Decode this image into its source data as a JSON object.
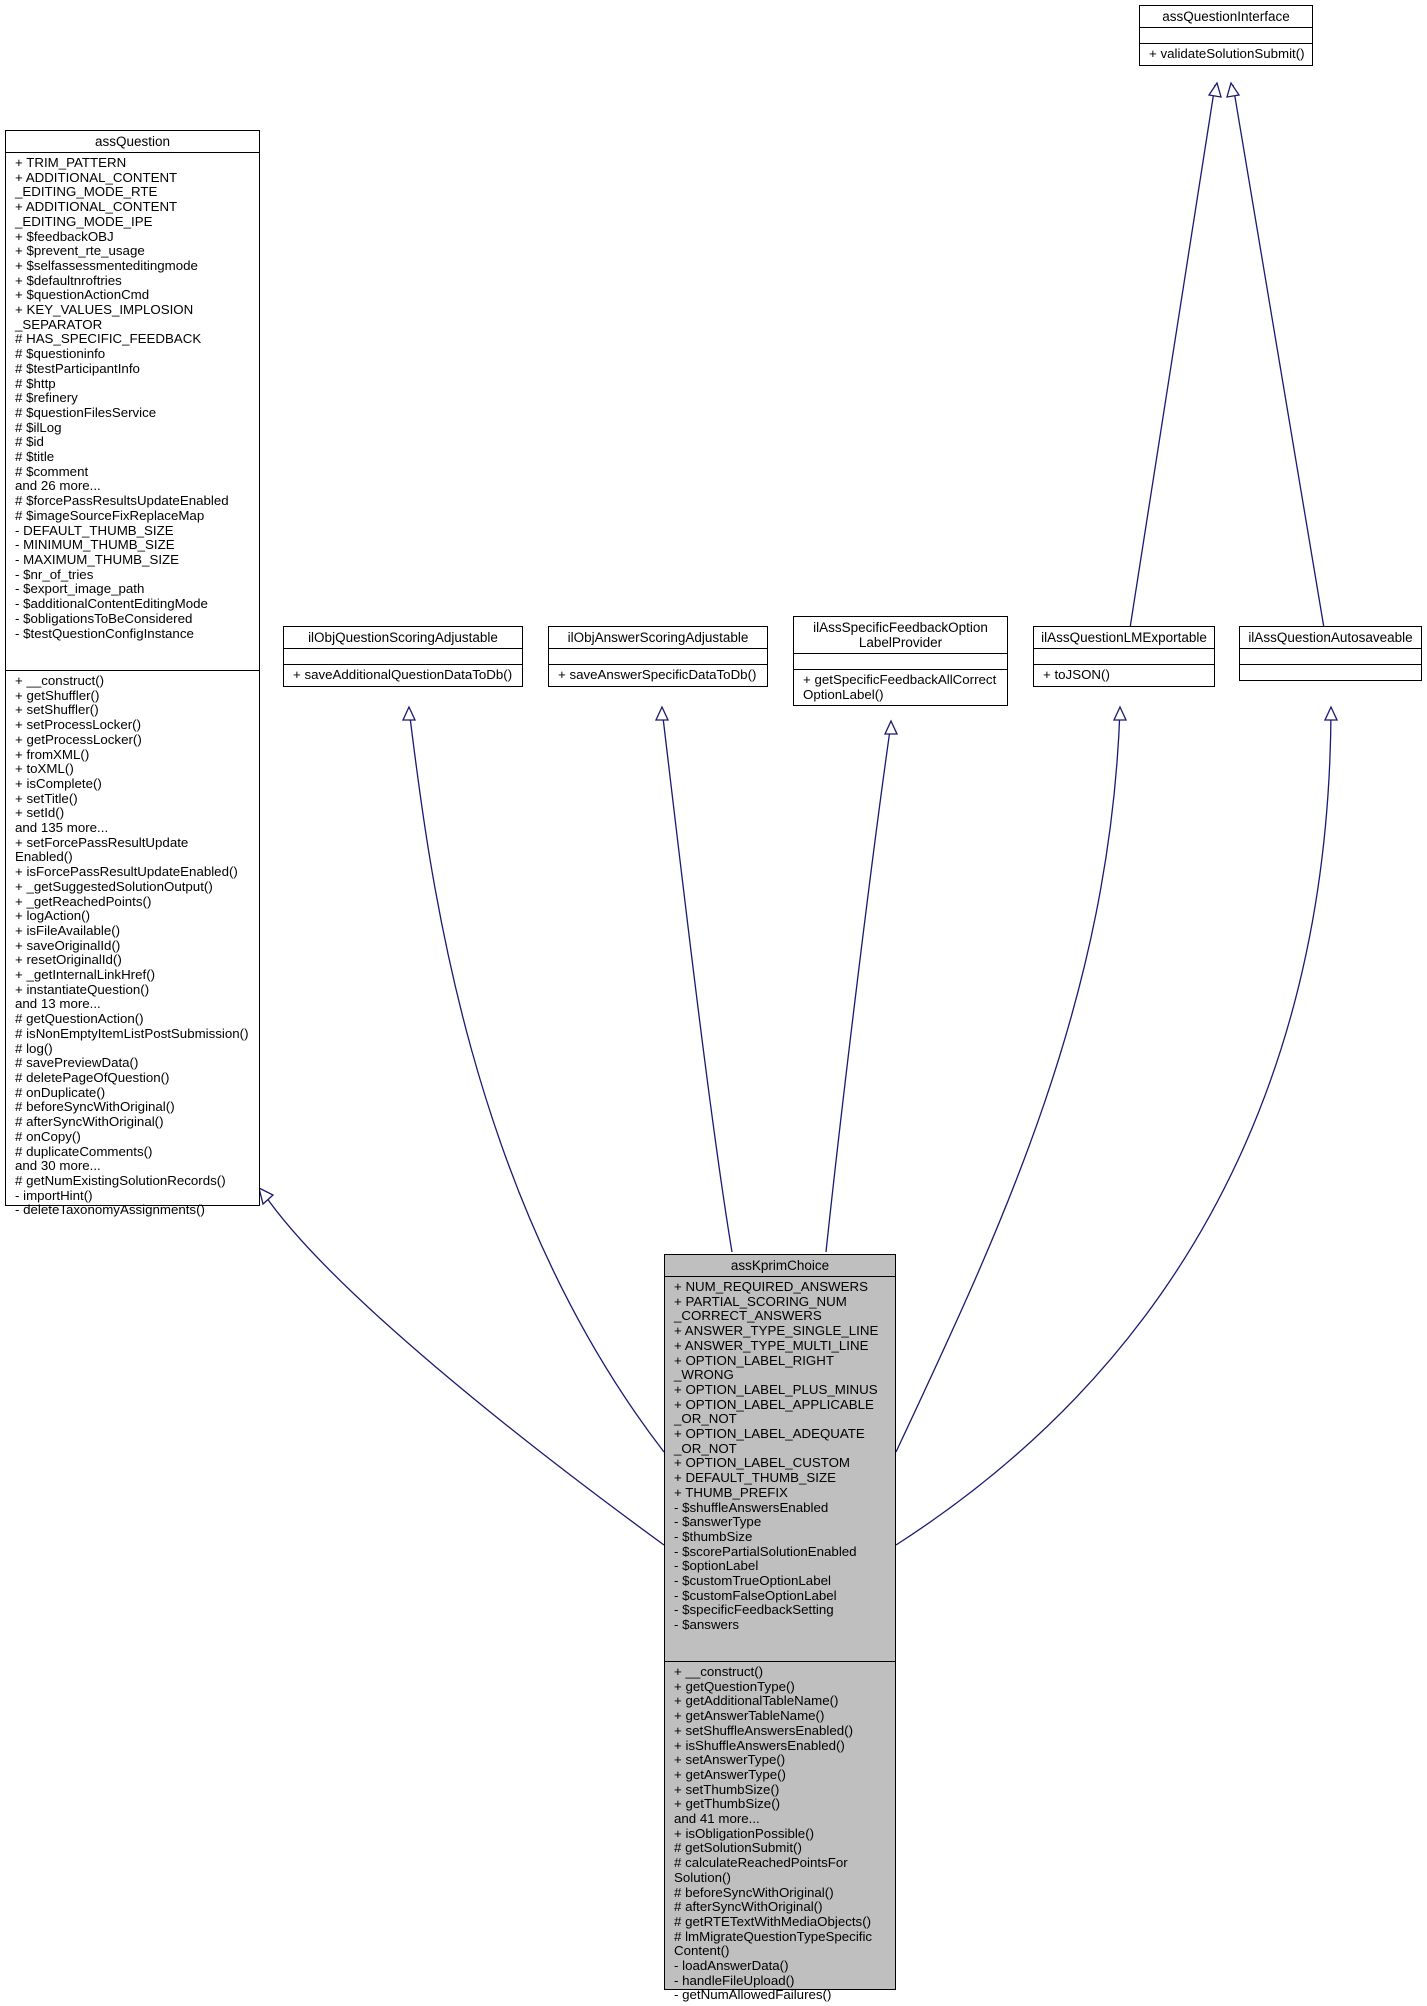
{
  "diagram": {
    "classes": {
      "assQuestion": {
        "name": "assQuestion",
        "attributes": [
          "+ TRIM_PATTERN",
          "+ ADDITIONAL_CONTENT\n_EDITING_MODE_RTE",
          "+ ADDITIONAL_CONTENT\n_EDITING_MODE_IPE",
          "+ $feedbackOBJ",
          "+ $prevent_rte_usage",
          "+ $selfassessmenteditingmode",
          "+ $defaultnroftries",
          "+ $questionActionCmd",
          "+ KEY_VALUES_IMPLOSION\n_SEPARATOR",
          "# HAS_SPECIFIC_FEEDBACK",
          "# $questioninfo",
          "# $testParticipantInfo",
          "# $http",
          "# $refinery",
          "# $questionFilesService",
          "# $ilLog",
          "# $id",
          "# $title",
          "# $comment",
          "and 26 more...",
          "# $forcePassResultsUpdateEnabled",
          "# $imageSourceFixReplaceMap",
          "- DEFAULT_THUMB_SIZE",
          "- MINIMUM_THUMB_SIZE",
          "- MAXIMUM_THUMB_SIZE",
          "- $nr_of_tries",
          "- $export_image_path",
          "- $additionalContentEditingMode",
          "- $obligationsToBeConsidered",
          "- $testQuestionConfigInstance"
        ],
        "methods": [
          "+ __construct()",
          "+ getShuffler()",
          "+ setShuffler()",
          "+ setProcessLocker()",
          "+ getProcessLocker()",
          "+ fromXML()",
          "+ toXML()",
          "+ isComplete()",
          "+ setTitle()",
          "+ setId()",
          "and 135 more...",
          "+ setForcePassResultUpdate\nEnabled()",
          "+ isForcePassResultUpdateEnabled()",
          "+ _getSuggestedSolutionOutput()",
          "+ _getReachedPoints()",
          "+ logAction()",
          "+ isFileAvailable()",
          "+ saveOriginalId()",
          "+ resetOriginalId()",
          "+ _getInternalLinkHref()",
          "+ instantiateQuestion()",
          "and 13 more...",
          "# getQuestionAction()",
          "# isNonEmptyItemListPostSubmission()",
          "# log()",
          "# savePreviewData()",
          "# deletePageOfQuestion()",
          "# onDuplicate()",
          "# beforeSyncWithOriginal()",
          "# afterSyncWithOriginal()",
          "# onCopy()",
          "# duplicateComments()",
          "and 30 more...",
          "# getNumExistingSolutionRecords()",
          "- importHint()",
          "- deleteTaxonomyAssignments()"
        ]
      },
      "ilObjQuestionScoringAdjustable": {
        "name": "ilObjQuestionScoringAdjustable",
        "attributes": [],
        "methods": [
          "+ saveAdditionalQuestionDataToDb()"
        ]
      },
      "ilObjAnswerScoringAdjustable": {
        "name": "ilObjAnswerScoringAdjustable",
        "attributes": [],
        "methods": [
          "+ saveAnswerSpecificDataToDb()"
        ]
      },
      "ilAssSpecificFeedbackOptionLabelProvider": {
        "name": "ilAssSpecificFeedbackOption\nLabelProvider",
        "attributes": [],
        "methods": [
          "+ getSpecificFeedbackAllCorrect\nOptionLabel()"
        ]
      },
      "ilAssQuestionLMExportable": {
        "name": "ilAssQuestionLMExportable",
        "attributes": [],
        "methods": [
          "+ toJSON()"
        ]
      },
      "ilAssQuestionAutosaveable": {
        "name": "ilAssQuestionAutosaveable",
        "attributes": [],
        "methods": []
      },
      "assQuestionInterface": {
        "name": "assQuestionInterface",
        "attributes": [],
        "methods": [
          "+ validateSolutionSubmit()"
        ]
      },
      "assKprimChoice": {
        "name": "assKprimChoice",
        "attributes": [
          "+ NUM_REQUIRED_ANSWERS",
          "+ PARTIAL_SCORING_NUM\n_CORRECT_ANSWERS",
          "+ ANSWER_TYPE_SINGLE_LINE",
          "+ ANSWER_TYPE_MULTI_LINE",
          "+ OPTION_LABEL_RIGHT\n_WRONG",
          "+ OPTION_LABEL_PLUS_MINUS",
          "+ OPTION_LABEL_APPLICABLE\n_OR_NOT",
          "+ OPTION_LABEL_ADEQUATE\n_OR_NOT",
          "+ OPTION_LABEL_CUSTOM",
          "+ DEFAULT_THUMB_SIZE",
          "+ THUMB_PREFIX",
          "- $shuffleAnswersEnabled",
          "- $answerType",
          "- $thumbSize",
          "- $scorePartialSolutionEnabled",
          "- $optionLabel",
          "- $customTrueOptionLabel",
          "- $customFalseOptionLabel",
          "- $specificFeedbackSetting",
          "- $answers"
        ],
        "methods": [
          "+ __construct()",
          "+ getQuestionType()",
          "+ getAdditionalTableName()",
          "+ getAnswerTableName()",
          "+ setShuffleAnswersEnabled()",
          "+ isShuffleAnswersEnabled()",
          "+ setAnswerType()",
          "+ getAnswerType()",
          "+ setThumbSize()",
          "+ getThumbSize()",
          "and 41 more...",
          "+ isObligationPossible()",
          "# getSolutionSubmit()",
          "# calculateReachedPointsFor\nSolution()",
          "# beforeSyncWithOriginal()",
          "# afterSyncWithOriginal()",
          "# getRTETextWithMediaObjects()",
          "# lmMigrateQuestionTypeSpecific\nContent()",
          "- loadAnswerData()",
          "- handleFileUpload()",
          "- getNumAllowedFailures()"
        ]
      }
    },
    "edge_color": "#191970"
  }
}
